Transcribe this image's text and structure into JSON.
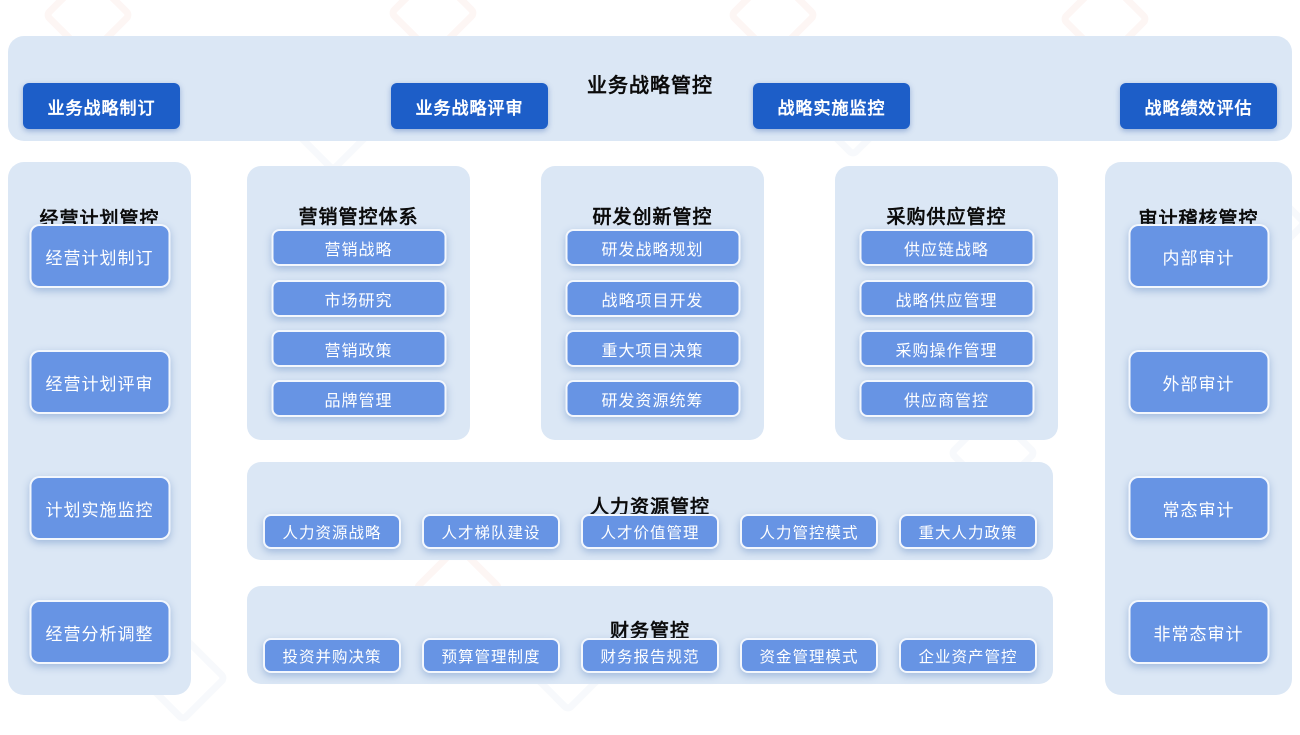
{
  "colors": {
    "panel_bg": "#dbe7f5",
    "primary_button": "#1d5ec8",
    "secondary_button": "#6794e4",
    "button_text": "#ffffff",
    "title_text": "#0b0b0b"
  },
  "top_panel": {
    "title": "业务战略管控",
    "buttons": [
      "业务战略制订",
      "业务战略评审",
      "战略实施监控",
      "战略绩效评估"
    ]
  },
  "left_panel": {
    "title": "经营计划管控",
    "items": [
      "经营计划制订",
      "经营计划评审",
      "计划实施监控",
      "经营分析调整"
    ]
  },
  "marketing_panel": {
    "title": "营销管控体系",
    "items": [
      "营销战略",
      "市场研究",
      "营销政策",
      "品牌管理"
    ]
  },
  "rnd_panel": {
    "title": "研发创新管控",
    "items": [
      "研发战略规划",
      "战略项目开发",
      "重大项目决策",
      "研发资源统筹"
    ]
  },
  "procurement_panel": {
    "title": "采购供应管控",
    "items": [
      "供应链战略",
      "战略供应管理",
      "采购操作管理",
      "供应商管控"
    ]
  },
  "hr_panel": {
    "title": "人力资源管控",
    "items": [
      "人力资源战略",
      "人才梯队建设",
      "人才价值管理",
      "人力管控模式",
      "重大人力政策"
    ]
  },
  "finance_panel": {
    "title": "财务管控",
    "items": [
      "投资并购决策",
      "预算管理制度",
      "财务报告规范",
      "资金管理模式",
      "企业资产管控"
    ]
  },
  "audit_panel": {
    "title": "审计稽核管控",
    "items": [
      "内部审计",
      "外部审计",
      "常态审计",
      "非常态审计"
    ]
  }
}
